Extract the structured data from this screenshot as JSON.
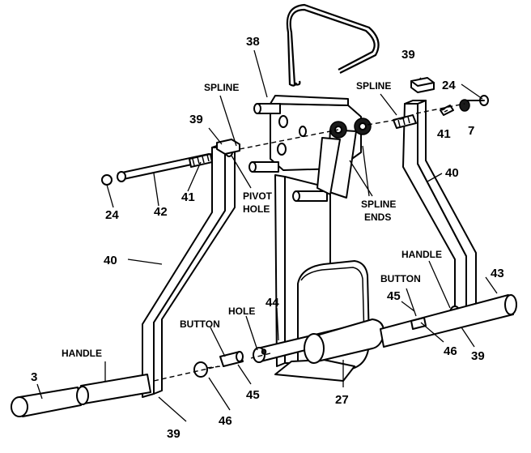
{
  "labels": {
    "n38": "38",
    "n39_top": "39",
    "n24_top": "24",
    "spline_right": "SPLINE",
    "n7": "7",
    "n41_right": "41",
    "spline_left": "SPLINE",
    "n39_left": "39",
    "n40_right": "40",
    "spline_ends_1": "SPLINE",
    "spline_ends_2": "ENDS",
    "pivot_hole_1": "PIVOT",
    "pivot_hole_2": "HOLE",
    "n41_left": "41",
    "n42": "42",
    "n24_left": "24",
    "handle_right": "HANDLE",
    "n43": "43",
    "n40_left": "40",
    "button_right": "BUTTON",
    "n45_right": "45",
    "hole": "HOLE",
    "n44": "44",
    "button_left": "BUTTON",
    "handle_left": "HANDLE",
    "n3": "3",
    "n46_right": "46",
    "n39_bottom_right": "39",
    "n45_left": "45",
    "n27": "27",
    "n46_left": "46",
    "n39_bottom_left": "39"
  }
}
